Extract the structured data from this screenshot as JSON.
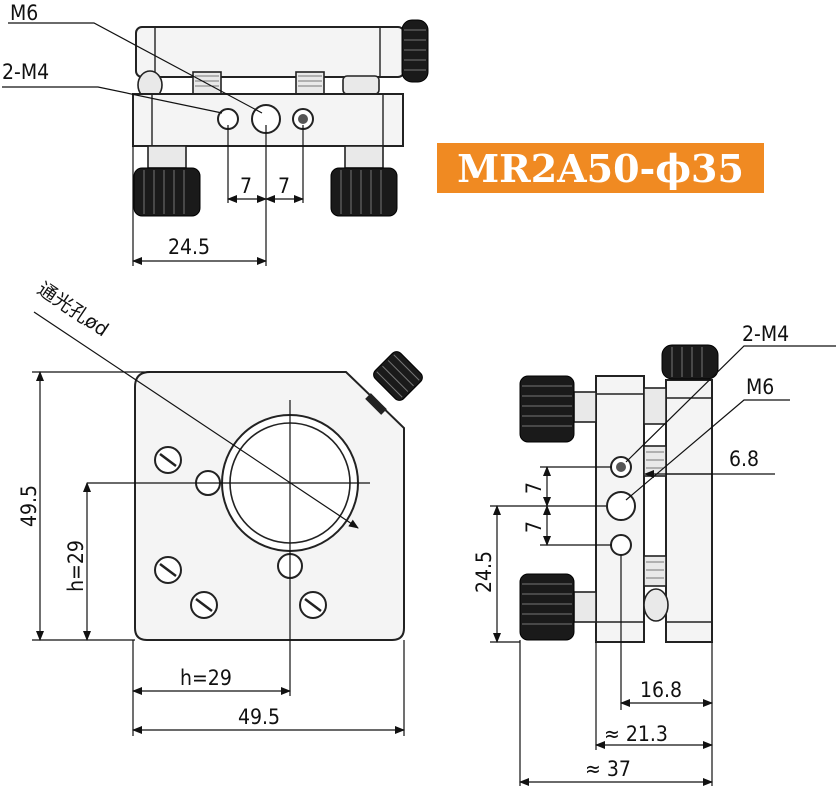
{
  "model": {
    "label": "MR2A50-ϕ35",
    "bg_color": "#f08a22",
    "text_color": "#ffffff"
  },
  "top_view": {
    "label_m6": "M6",
    "label_2m4": "2-M4",
    "dim_7a": "7",
    "dim_7b": "7",
    "dim_24_5": "24.5"
  },
  "front_view": {
    "label_aperture": "通光孔ød",
    "dim_height": "49.5",
    "dim_h29_vertical": "h=29",
    "dim_h29_horizontal": "h=29",
    "dim_width": "49.5"
  },
  "side_view": {
    "label_2m4": "2-M4",
    "label_m6": "M6",
    "dim_6_8": "6.8",
    "dim_7a": "7",
    "dim_7b": "7",
    "dim_24_5": "24.5",
    "dim_16_8": "16.8",
    "dim_21_3": "≈ 21.3",
    "dim_37": "≈ 37"
  }
}
